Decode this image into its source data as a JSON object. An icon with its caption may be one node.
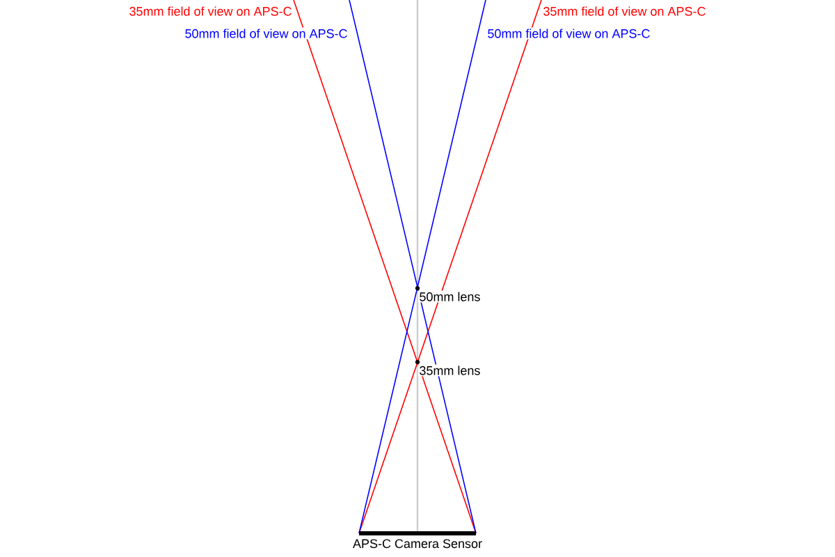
{
  "diagram": {
    "labels": [
      "35mm field of view on APS-C",
      "35mm field of view on APS-C",
      "50mm field of view on APS-C",
      "50mm field of view on APS-C",
      "50mm lens",
      "35mm lens",
      "APS-C Camera Sensor"
    ]
  }
}
